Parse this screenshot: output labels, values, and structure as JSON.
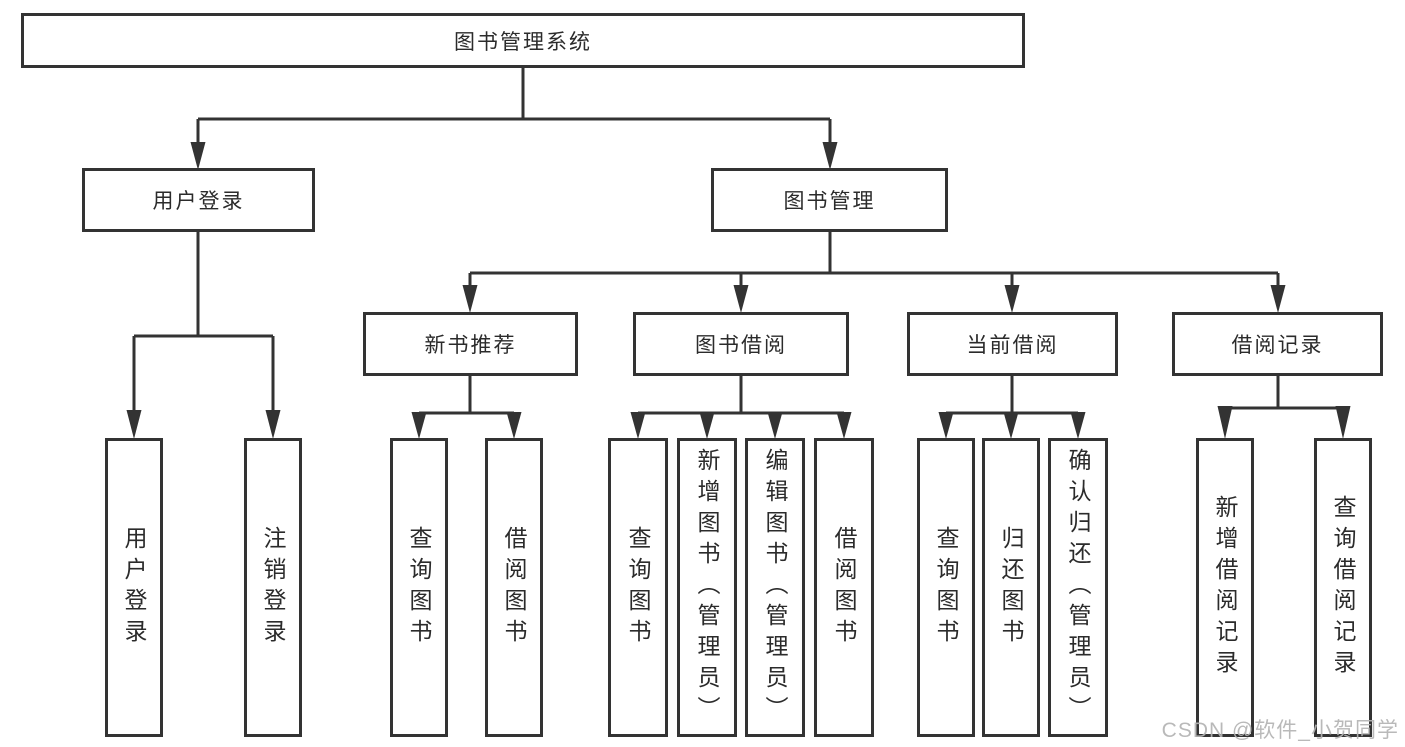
{
  "tree": {
    "label": "图书管理系统",
    "children": [
      {
        "label": "用户登录",
        "children": [
          {
            "label": "用户登录"
          },
          {
            "label": "注销登录"
          }
        ]
      },
      {
        "label": "图书管理",
        "children": [
          {
            "label": "新书推荐",
            "children": [
              {
                "label": "查询图书"
              },
              {
                "label": "借阅图书"
              }
            ]
          },
          {
            "label": "图书借阅",
            "children": [
              {
                "label": "查询图书"
              },
              {
                "label": "新增图书（管理员）"
              },
              {
                "label": "编辑图书（管理员）"
              },
              {
                "label": "借阅图书"
              }
            ]
          },
          {
            "label": "当前借阅",
            "children": [
              {
                "label": "查询图书"
              },
              {
                "label": "归还图书"
              },
              {
                "label": "确认归还（管理员）"
              }
            ]
          },
          {
            "label": "借阅记录",
            "children": [
              {
                "label": "新增借阅记录"
              },
              {
                "label": "查询借阅记录"
              }
            ]
          }
        ]
      }
    ]
  },
  "watermark": "CSDN @软件_小贺同学",
  "colors": {
    "line": "#333333",
    "text": "#2b2b2b",
    "background": "#ffffff",
    "watermark": "#b4b4b4"
  }
}
